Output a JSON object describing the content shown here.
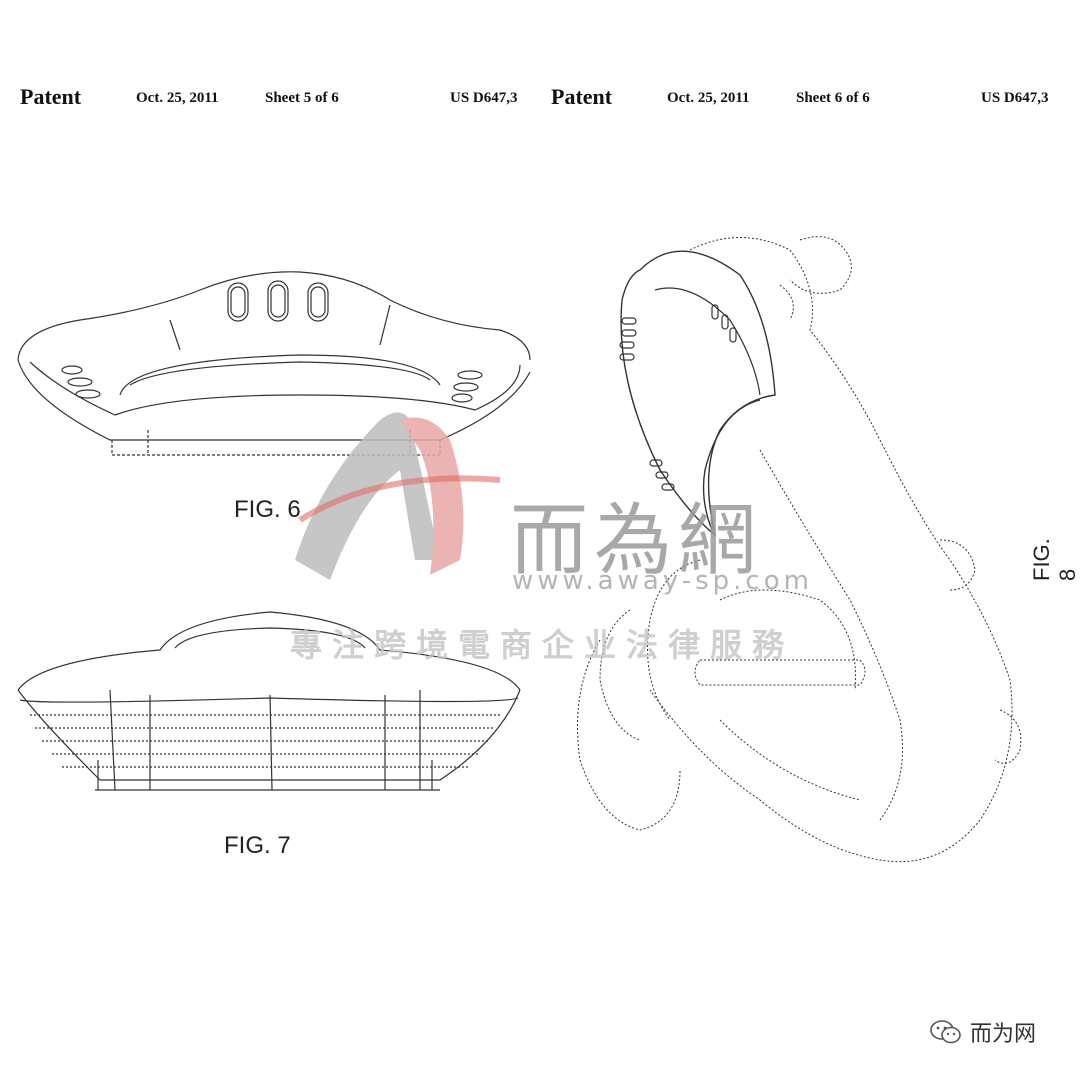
{
  "sheet_left": {
    "patent": "Patent",
    "date": "Oct. 25, 2011",
    "sheet": "Sheet 5 of 6",
    "number": "US D647,3"
  },
  "sheet_right": {
    "patent": "Patent",
    "date": "Oct. 25, 2011",
    "sheet": "Sheet 6 of 6",
    "number": "US D647,3"
  },
  "figures": {
    "fig6": "FIG. 6",
    "fig7": "FIG. 7",
    "fig8": "FIG. 8"
  },
  "watermark": {
    "brand_cn": "而為網",
    "url": "www.away-sp.com",
    "slogan": "專注跨境電商企业法律服務",
    "logo_color": "#d9534f"
  },
  "wechat_badge": {
    "name": "而为网",
    "icon": "wechat-icon"
  }
}
